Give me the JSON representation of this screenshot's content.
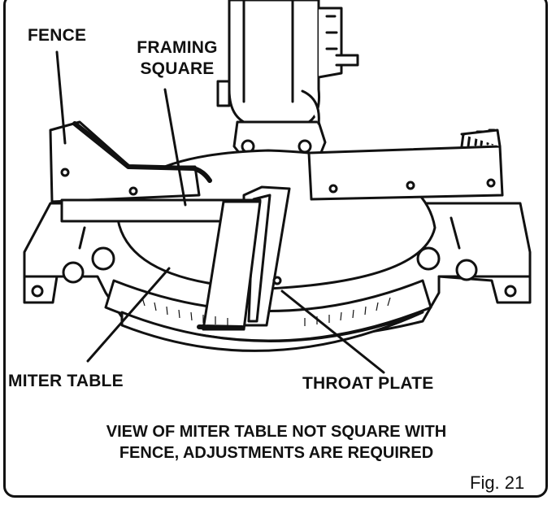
{
  "labels": {
    "fence": "FENCE",
    "framing_square_line1": "FRAMING",
    "framing_square_line2": "SQUARE",
    "miter_table": "MITER TABLE",
    "throat_plate": "THROAT PLATE"
  },
  "caption": {
    "line1": "VIEW OF MITER TABLE NOT SQUARE WITH",
    "line2": "FENCE, ADJUSTMENTS ARE REQUIRED"
  },
  "figure_number": "Fig. 21",
  "colors": {
    "ink": "#111111",
    "background": "#ffffff"
  }
}
